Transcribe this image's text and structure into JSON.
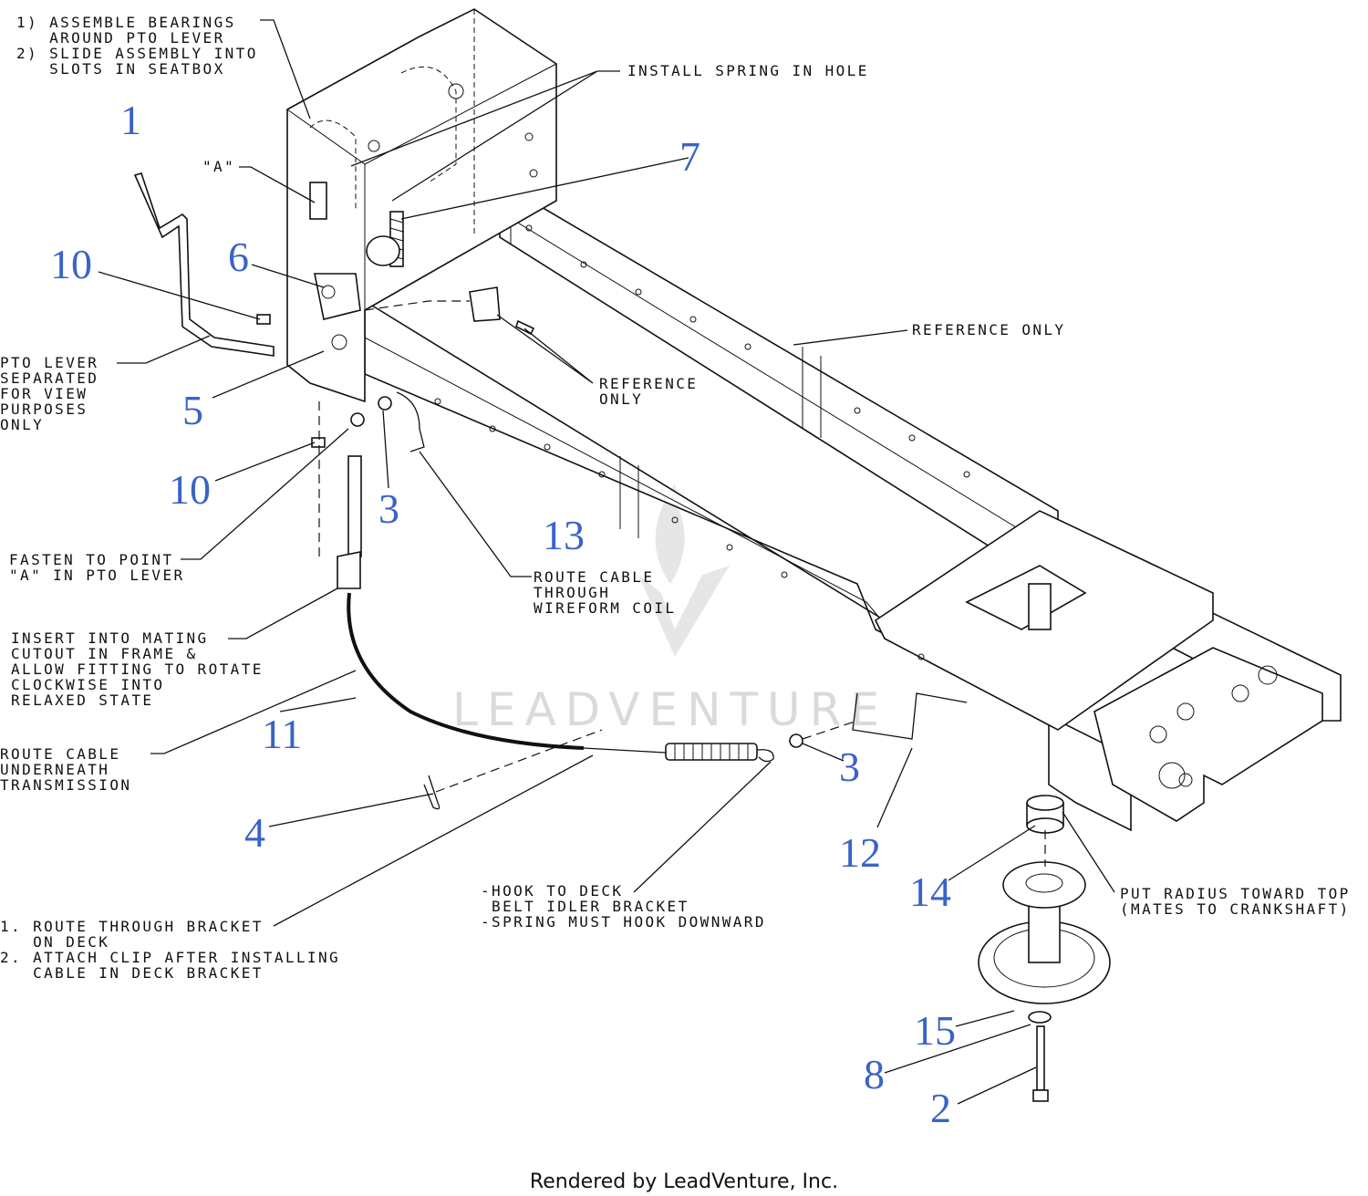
{
  "notes": {
    "assemble": [
      "1) ASSEMBLE BEARINGS",
      "   AROUND PTO LEVER",
      "2) SLIDE ASSEMBLY INTO",
      "   SLOTS IN SEATBOX"
    ],
    "install_spring": "INSTALL SPRING IN HOLE",
    "point_a": "\"A\"",
    "reference_only_1": "REFERENCE ONLY",
    "reference_only_2": [
      "REFERENCE",
      "ONLY"
    ],
    "pto_lever": [
      "PTO LEVER",
      "SEPARATED",
      "FOR VIEW",
      "PURPOSES",
      "ONLY"
    ],
    "fasten": [
      "FASTEN TO POINT",
      "\"A\" IN PTO LEVER"
    ],
    "route_wireform": [
      "ROUTE CABLE",
      "THROUGH",
      "WIREFORM COIL"
    ],
    "insert": [
      "INSERT INTO MATING",
      "CUTOUT IN FRAME &",
      "ALLOW FITTING TO ROTATE",
      "CLOCKWISE INTO",
      "RELAXED STATE"
    ],
    "route_underneath": [
      "ROUTE CABLE",
      "UNDERNEATH",
      "TRANSMISSION"
    ],
    "hook_deck": [
      "-HOOK TO DECK",
      " BELT IDLER BRACKET",
      "-SPRING MUST HOOK DOWNWARD"
    ],
    "put_radius": [
      "PUT RADIUS TOWARD TOP",
      "(MATES TO CRANKSHAFT)"
    ],
    "route_bracket": [
      "1. ROUTE THROUGH BRACKET",
      "   ON DECK",
      "2. ATTACH CLIP AFTER INSTALLING",
      "   CABLE IN DECK BRACKET"
    ]
  },
  "callouts": [
    "1",
    "10",
    "6",
    "7",
    "5",
    "10",
    "3",
    "13",
    "11",
    "3",
    "4",
    "12",
    "14",
    "15",
    "8",
    "2"
  ],
  "watermark": "LEADVENTURE",
  "footer": "Rendered by LeadVenture, Inc."
}
